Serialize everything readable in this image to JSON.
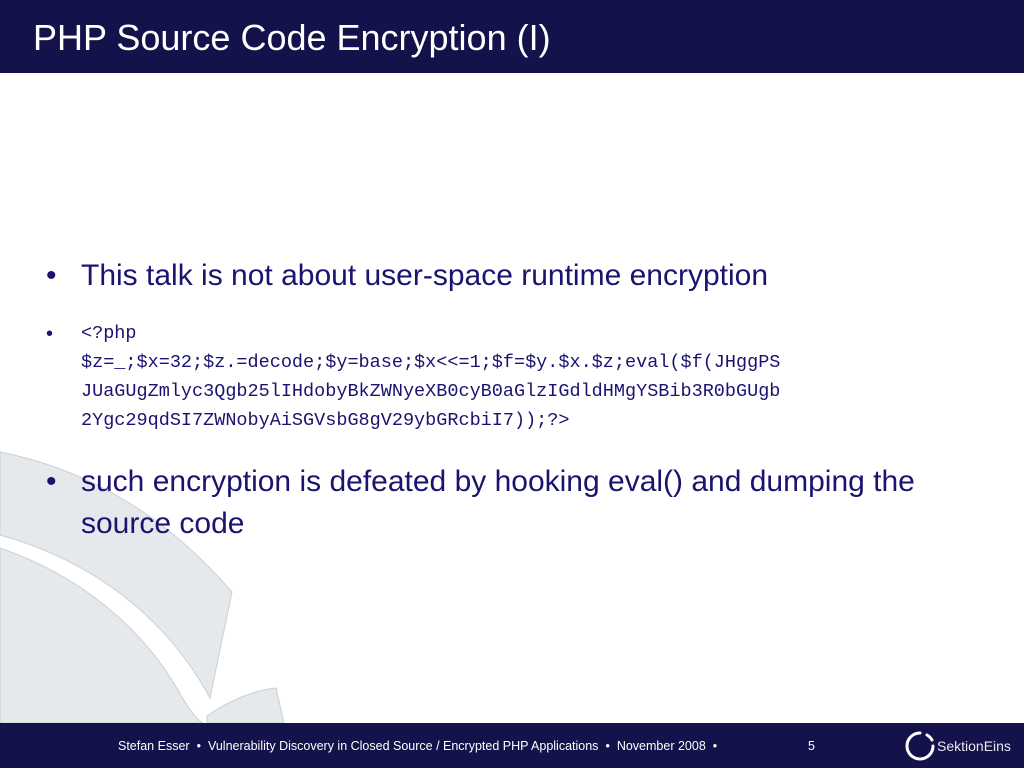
{
  "slide": {
    "title": "PHP Source Code Encryption (I)",
    "bullets": [
      {
        "marker": "•",
        "text": "This talk is not about user-space runtime encryption"
      },
      {
        "marker": "•",
        "text": "<?php\n$z=_;$x=32;$z.=decode;$y=base;$x<<=1;$f=$y.$x.$z;eval($f(JHggPS\nJUaGUgZmlyc3Qgb25lIHdobyBkZWNyeXB0cyB0aGlzIGdldHMgYSBib3R0bGUgb\n2Ygc29qdSI7ZWNobyAiSGVsbG8gV29ybGRcbiI7));?>"
      },
      {
        "marker": "•",
        "text": "such encryption is defeated by hooking eval() and dumping the source code"
      }
    ]
  },
  "footer": {
    "author": "Stefan Esser",
    "talk_title": "Vulnerability Discovery in Closed Source / Encrypted PHP Applications",
    "date": "November 2008",
    "separator": "•",
    "page_number": "5",
    "logo_text": "SektionEins"
  },
  "colors": {
    "bar": "#14124a",
    "text": "#1a1370",
    "decoration": "#e6e9ec"
  }
}
